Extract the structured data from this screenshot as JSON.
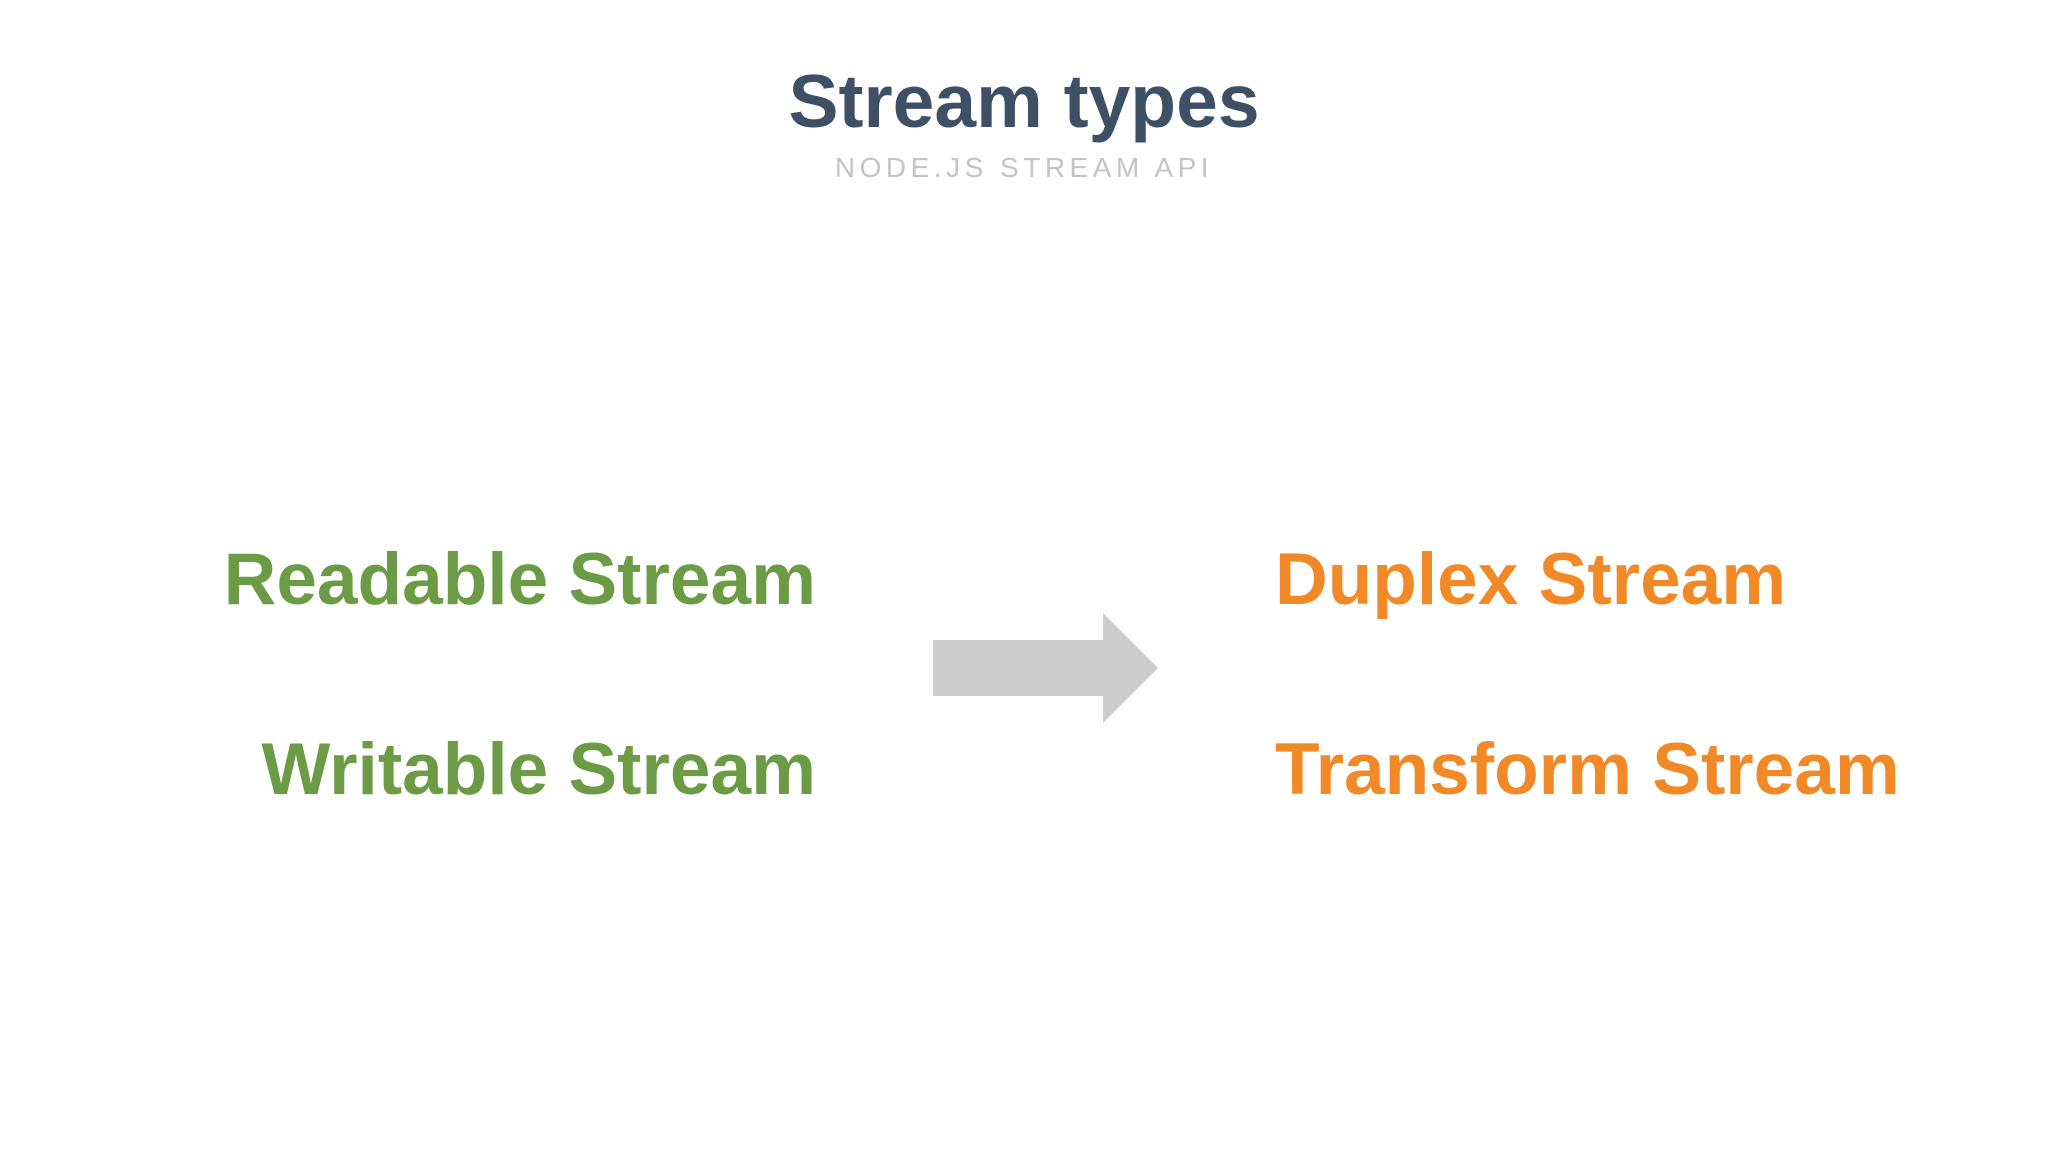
{
  "slide": {
    "title": "Stream types",
    "subtitle": "NODE.JS STREAM API",
    "left_column": {
      "role": "basic stream types",
      "items": [
        {
          "label": "Readable Stream"
        },
        {
          "label": "Writable Stream"
        }
      ],
      "text_color": "#6b9b45"
    },
    "right_column": {
      "role": "composite stream types",
      "items": [
        {
          "label": "Duplex Stream"
        },
        {
          "label": "Transform Stream"
        }
      ],
      "text_color": "#f18a26"
    },
    "arrow": {
      "direction": "right",
      "color": "#cdcdcd"
    },
    "colors": {
      "background": "#ffffff",
      "title": "#3e5066",
      "subtitle": "#c4c4c4"
    }
  }
}
